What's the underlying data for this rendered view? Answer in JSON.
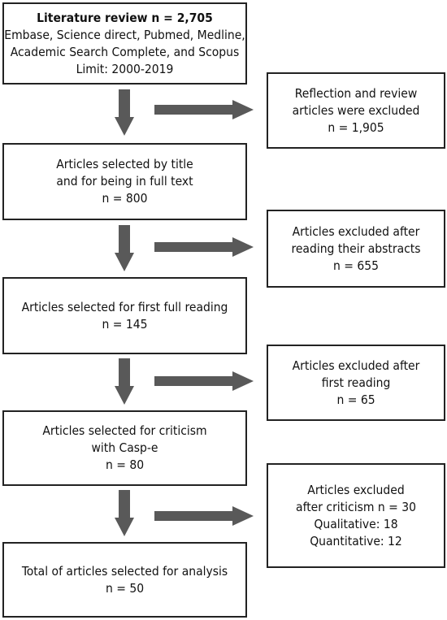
{
  "boxes": {
    "literature": {
      "title": "Literature review n = 2,705",
      "line2": "Embase, Science direct, Pubmed, Medline,",
      "line3": "Academic Search Complete, and Scopus",
      "line4": "Limit: 2000-2019"
    },
    "excluded_reflection": {
      "line1": "Reflection and review",
      "line2": "articles were excluded",
      "line3": "n = 1,905"
    },
    "selected_title": {
      "line1": "Articles selected by title",
      "line2": "and for being in full text",
      "line3": "n = 800"
    },
    "excluded_abstracts": {
      "line1": "Articles excluded after",
      "line2": "reading their abstracts",
      "line3": "n = 655"
    },
    "first_reading": {
      "line1": "Articles selected for first full reading",
      "line2": "n = 145"
    },
    "excluded_first_reading": {
      "line1": "Articles excluded after",
      "line2": "first reading",
      "line3": "n = 65"
    },
    "criticism": {
      "line1": "Articles selected for criticism",
      "line2": "with Casp-e",
      "line3": "n = 80"
    },
    "excluded_criticism": {
      "line1": "Articles excluded",
      "line2": "after criticism n = 30",
      "line3": "Qualitative: 18",
      "line4": "Quantitative: 12"
    },
    "total": {
      "line1": "Total of articles selected for analysis",
      "line2": "n = 50"
    }
  },
  "colors": {
    "arrow": "#595959",
    "border": "#222222"
  }
}
